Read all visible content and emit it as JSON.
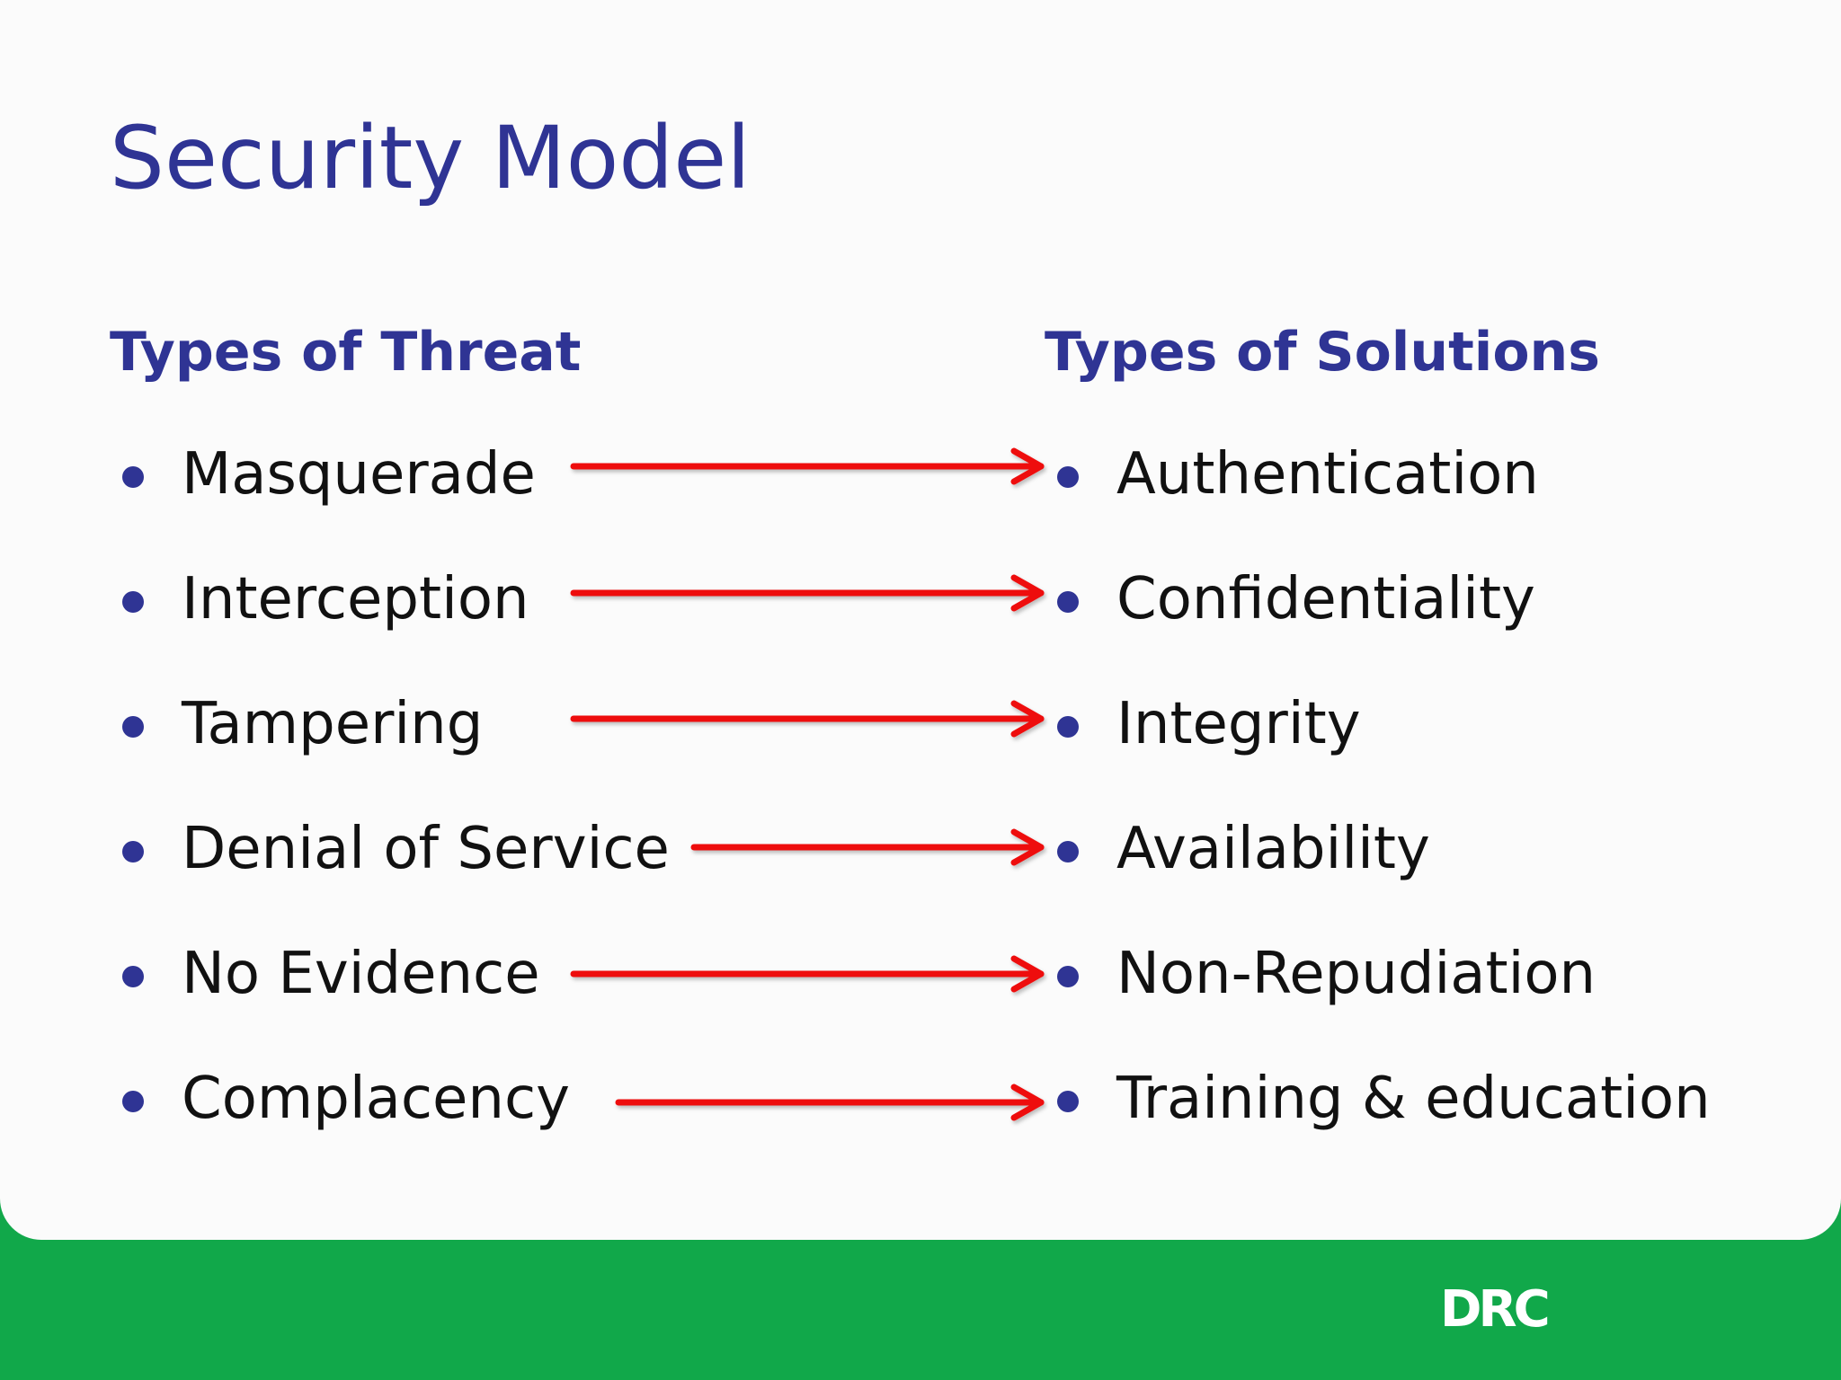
{
  "title": "Security Model",
  "threats": {
    "heading": "Types of Threat",
    "items": [
      "Masquerade",
      "Interception",
      "Tampering",
      "Denial of Service",
      "No Evidence",
      "Complacency"
    ]
  },
  "solutions": {
    "heading": "Types of Solutions",
    "items": [
      "Authentication",
      "Confidentiality",
      "Integrity",
      "Availability",
      "Non-Repudiation",
      "Training & education"
    ]
  },
  "logo": "DRC",
  "colors": {
    "title": "#2f3494",
    "bullet": "#2f3494",
    "arrow": "#ee1111",
    "footer": "#11a84a",
    "panel": "#fbfbfb"
  }
}
